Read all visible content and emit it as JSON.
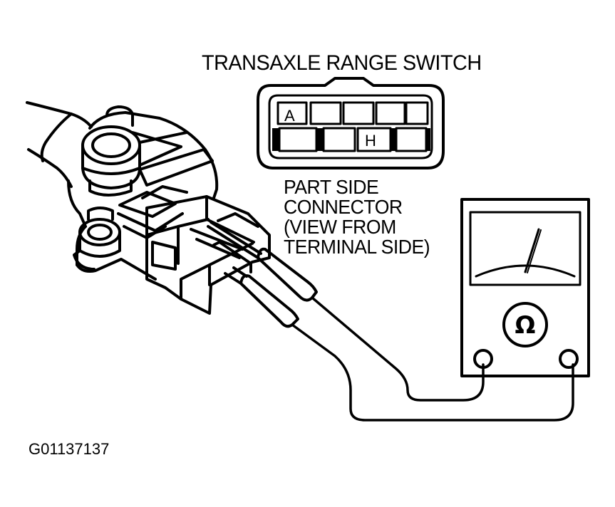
{
  "diagram": {
    "title": "TRANSAXLE RANGE SWITCH",
    "connector_note": [
      "PART SIDE",
      "CONNECTOR",
      "(VIEW FROM",
      "TERMINAL SIDE)"
    ],
    "terminals": {
      "top_left": "A",
      "bottom_marked": "H"
    },
    "meter_symbol": "Ω",
    "figure_id": "G01137137"
  }
}
